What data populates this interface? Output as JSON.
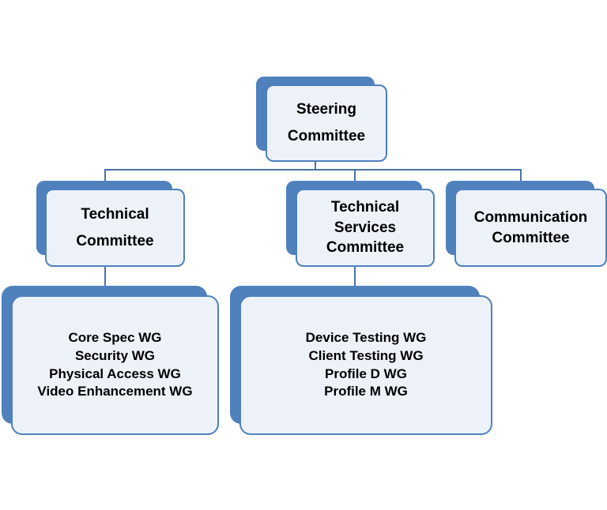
{
  "org_chart": {
    "steering": {
      "line1": "Steering",
      "line2": "Committee"
    },
    "technical": {
      "line1": "Technical",
      "line2": "Committee"
    },
    "technical_services": {
      "line1": "Technical",
      "line2": "Services",
      "line3": "Committee"
    },
    "communication": {
      "line1": "Communication",
      "line2": "Committee"
    },
    "technical_wgs": [
      "Core Spec WG",
      "Security WG",
      "Physical Access WG",
      "Video Enhancement WG"
    ],
    "services_wgs": [
      "Device Testing WG",
      "Client Testing WG",
      "Profile D WG",
      "Profile M WG"
    ]
  },
  "colors": {
    "accent": "#4f81bd",
    "card_fill": "#edf2f9",
    "connector": "#4a73a6"
  }
}
